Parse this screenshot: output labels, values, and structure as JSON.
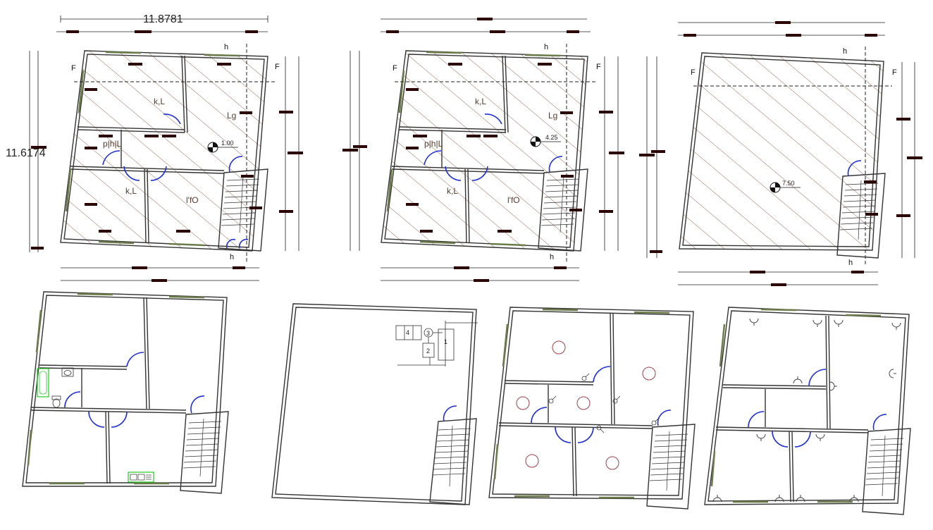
{
  "dimensions": {
    "plan1_width": "11.8781",
    "plan1_height": "11.6174"
  },
  "plan1": {
    "rooms": [
      "k,L",
      "p|h|L",
      "k,L",
      "l'fO",
      "Lg"
    ],
    "level": "1.00",
    "section_marks": [
      "F",
      "F",
      "h",
      "h"
    ]
  },
  "plan2": {
    "rooms": [
      "k,L",
      "p|h|L",
      "k,L",
      "l'fO",
      "Lg"
    ],
    "level": "4.25",
    "section_marks": [
      "F",
      "F",
      "h",
      "h"
    ]
  },
  "plan3": {
    "level": "7.50",
    "section_marks": [
      "F",
      "F",
      "h",
      "h"
    ]
  },
  "riser": {
    "labels": [
      "4",
      "3",
      "2",
      "1"
    ]
  },
  "colors": {
    "wall": "#333333",
    "hatch": "#8a5a4a",
    "door": "#1e2fd6",
    "fixture": "#22cc22",
    "light": "#a0404a",
    "window": "#6b7b4a"
  }
}
